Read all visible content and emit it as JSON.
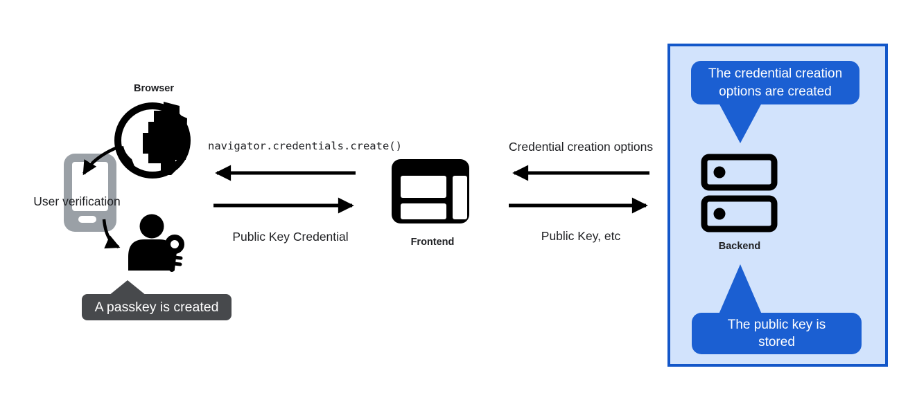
{
  "labels": {
    "browser": "Browser",
    "frontend": "Frontend",
    "backend": "Backend",
    "user_verification": "User verification"
  },
  "messages": {
    "frontend_to_browser": "navigator.credentials.create()",
    "browser_to_frontend": "Public Key Credential",
    "backend_to_frontend": "Credential creation options",
    "frontend_to_backend": "Public Key, etc"
  },
  "callouts": {
    "passkey_created": "A passkey is created",
    "credential_options_created": "The credential creation\noptions are created",
    "public_key_stored": "The public key is\nstored"
  },
  "icons": {
    "globe": "globe-icon",
    "phone": "phone-icon",
    "person_key": "person-key-icon",
    "browser_window": "browser-window-icon",
    "server": "server-icon"
  },
  "colors": {
    "accent_blue": "#1b5fd2",
    "panel_fill": "#d2e3fc",
    "panel_border": "#1357c9",
    "tooltip_gray": "#47494c",
    "phone_gray": "#9aa0a6",
    "ink": "#000000",
    "text": "#202124"
  }
}
